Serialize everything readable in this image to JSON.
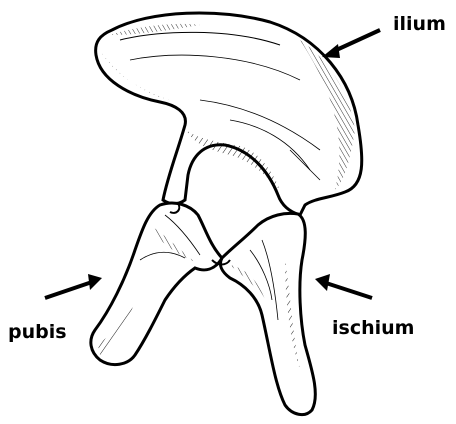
{
  "labels": {
    "ilium": "ilium",
    "pubis": "pubis",
    "ischium": "ischium"
  },
  "colors": {
    "ink": "#000000",
    "bone_fill": "#ffffff",
    "background": "#ffffff"
  }
}
